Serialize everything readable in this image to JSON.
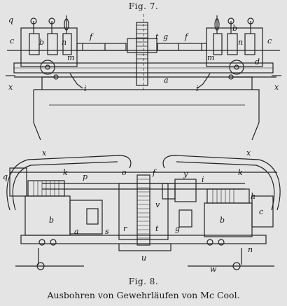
{
  "figures": [
    {
      "title": "Fig. 7.",
      "labels": {
        "q": "q",
        "c_left": "c",
        "b_left": "b",
        "n_left": "n",
        "f_left": "f",
        "t_center": "t",
        "g": "g",
        "f_right": "f",
        "b_right": "b",
        "n_right": "n",
        "c_right": "c",
        "m_left": "m",
        "m_right": "m",
        "d": "d",
        "x_left": "x",
        "i_left": "i",
        "a": "a",
        "i_right": "i",
        "x_right": "x"
      }
    },
    {
      "title": "Fig. 8.",
      "labels": {
        "x_left": "x",
        "x_right": "x",
        "q": "q",
        "k_left": "k",
        "p": "p",
        "o": "o",
        "f": "f",
        "y": "y",
        "i": "i",
        "k_right": "k",
        "h": "h",
        "b_left": "b",
        "a": "a",
        "s": "s",
        "r": "r",
        "t": "t",
        "g": "g",
        "b_right": "b",
        "c": "c",
        "v": "v",
        "n": "n",
        "u": "u",
        "w": "w"
      }
    }
  ],
  "caption": "Ausbohren von Gewehrläufen von Mc Cool."
}
